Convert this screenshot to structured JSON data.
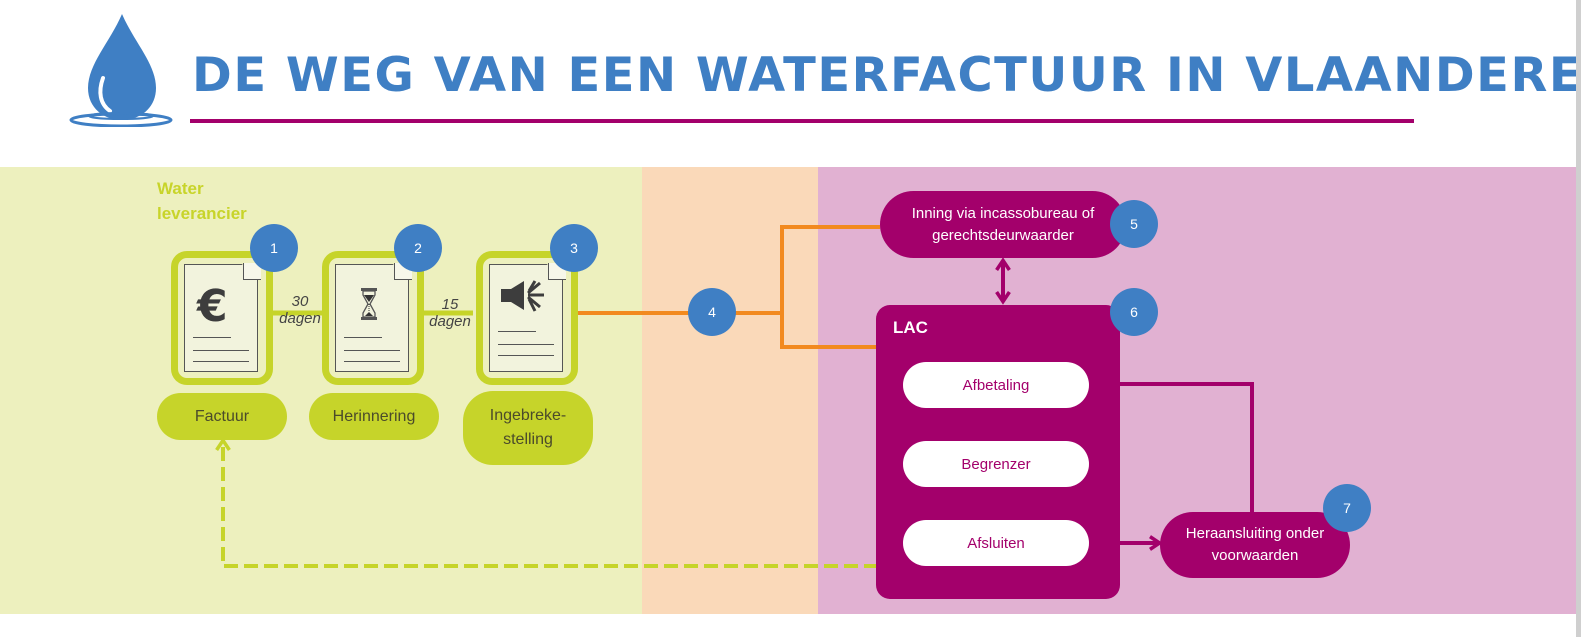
{
  "header": {
    "title": "DE WEG VAN EEN WATERFACTUUR IN VLAANDEREN",
    "logo_icon": "water-drop-icon"
  },
  "colors": {
    "blue": "#3f7fc4",
    "magenta": "#a3006b",
    "lime": "#c6d42a",
    "orange": "#f28a1f",
    "supplier_band": "#edf0be",
    "transfer_band": "#fad9b9",
    "lac_band": "#e1b1d2"
  },
  "supplier": {
    "label_line1": "Water",
    "label_line2": "leverancier",
    "steps": [
      {
        "number": "1",
        "icon": "euro-icon",
        "label": "Factuur"
      },
      {
        "number": "2",
        "icon": "hourglass-icon",
        "label": "Herinnering"
      },
      {
        "number": "3",
        "icon": "megaphone-icon",
        "label_line1": "Ingebreke-",
        "label_line2": "stelling"
      }
    ],
    "gaps": [
      {
        "days": "30",
        "unit": "dagen"
      },
      {
        "days": "15",
        "unit": "dagen"
      }
    ]
  },
  "transfer": {
    "number": "4"
  },
  "collection": {
    "number": "5",
    "line1": "Inning via incassobureau of",
    "line2": "gerechtsdeurwaarder"
  },
  "lac": {
    "number": "6",
    "label": "LAC",
    "steps": [
      "Afbetaling",
      "Begrenzer",
      "Afsluiten"
    ]
  },
  "reconnection": {
    "number": "7",
    "line1": "Heraansluiting onder",
    "line2": "voorwaarden"
  }
}
